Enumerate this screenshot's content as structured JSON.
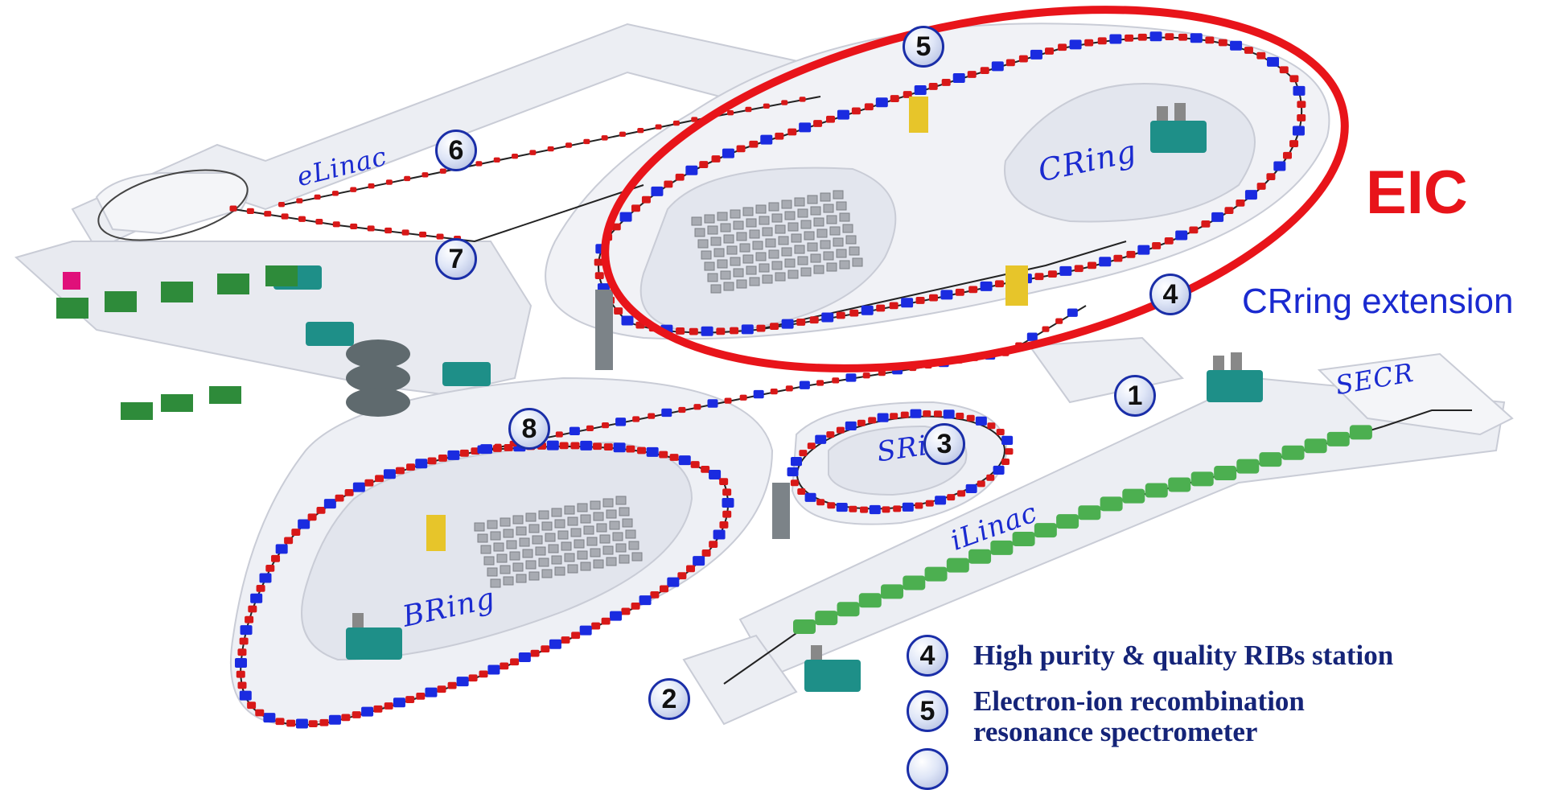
{
  "facilities": {
    "elinac": "eLinac",
    "cring": "CRing",
    "sring": "SRing",
    "bring": "BRing",
    "ilinac": "iLinac",
    "secr": "SECR"
  },
  "highlight": {
    "label": "EIC",
    "extension_label": "CRring extension",
    "color": "#e8141a"
  },
  "markers": [
    "1",
    "2",
    "3",
    "4",
    "5",
    "6",
    "7",
    "8"
  ],
  "legend": [
    {
      "number": "4",
      "text": "High purity & quality RIBs station"
    },
    {
      "number": "5",
      "text": "Electron-ion recombination resonance spectrometer"
    }
  ],
  "colors": {
    "label_blue": "#1a2ad0",
    "legend_navy": "#152478",
    "dipole_blue": "#1a2be0",
    "quad_red": "#d81818",
    "linac_green": "#4caf50",
    "wall": "#e8eaf0"
  }
}
